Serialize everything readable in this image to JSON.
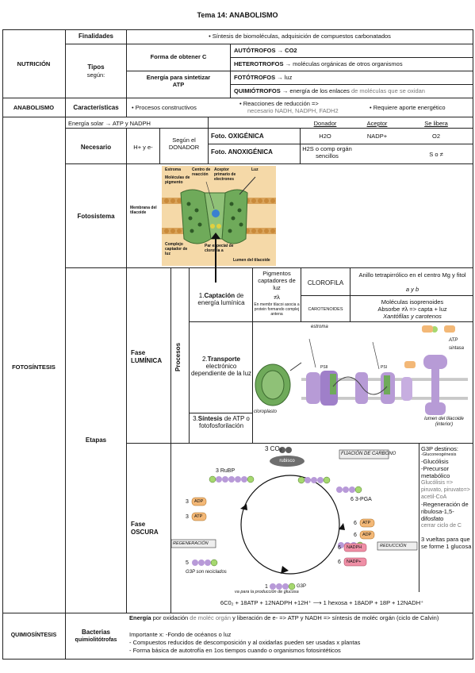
{
  "title": "Tema 14: ANABOLISMO",
  "nutricion": {
    "label": "NUTRICIÓN",
    "finalidades": "Finalidades",
    "finalidades_text": "•    Síntesis de biomoléculas, adquisición de compuestos carbonatados",
    "tipos": "Tipos",
    "segun": "según:",
    "forma_c": "Forma de obtener C",
    "energia_atp": "Energía para sintetizar ATP",
    "autotrofos": "AUTÓTROFOS → CO2",
    "heterotrofos_b": "HETEROTROFOS →",
    "heterotrofos_t": " moléculas orgánicas de otros organismos",
    "fototrofos_b": "FOTÓTROFOS →",
    "fototrofos_t": " luz",
    "quimiotrofos_b": "QUIMIÓTROFOS →",
    "quimiotrofos_t": " energía de los enlaces ",
    "quimiotrofos_g": "de moléculas que se oxidan"
  },
  "anabolismo": {
    "label": "ANABOLISMO",
    "caracteristicas": "Características",
    "c1": "•    Procesos constructivos",
    "c2": "•    Reacciones de reducción =>",
    "c2b": "necesario NADH, NADPH, FADH2",
    "c3": "•    Requiere aporte energético"
  },
  "fotosintesis": {
    "label": "FOTOSÍNTESIS",
    "energia_solar": "Energía solar → ATP y NADPH",
    "donador_h": "Donador",
    "aceptor_h": "Aceptor",
    "libera_h": "Se libera",
    "necesario": "Necesario",
    "h_e": "H+ y e-",
    "segun_donador": "Según el DONADOR",
    "oxigenica": "Foto. OXIGÉNICA",
    "anoxigenica": "Foto. ANOXIGÉNICA",
    "ox_don": "H2O",
    "ox_acep": "NADP+",
    "ox_lib": "O2",
    "anox_don": "H2S o comp orgán sencillos",
    "anox_lib": "S o ≠",
    "fotosistema": "Fotosistema",
    "fs_labels": {
      "estroma": "Estroma",
      "centro": "Centro de reacción",
      "aceptor": "Aceptor primario de electrones",
      "luz": "Luz",
      "moleculas": "Moléculas de pigmento",
      "membrana": "Membrana del tilacoide",
      "complejo": "Complejo captador de luz",
      "par": "Par especial de clorofila a",
      "lumen": "Lumen del tilacoide"
    },
    "etapas": "Etapas",
    "fase_luminica": "Fase LUMÍNICA",
    "procesos": "Procesos",
    "captacion_b": "Captación",
    "captacion_pre": "1.",
    "captacion_post": " de energía lumínica",
    "pigmentos": "Pigmentos captadores de luz",
    "neq_lambda": "≠λ",
    "en_membr": "En membr tilacoi asocia a protein formando complej antena",
    "clorofila": "CLOROFILA",
    "clorofila_desc": "Anillo tetrapirrólico en el centro Mg y fitol",
    "clorofila_ab": "a y b",
    "carotenoides": "CAROTENOIDES",
    "carot_desc1": "Moléculas isoprenoides",
    "carot_desc2": "Absorbe ≠λ => capta + luz",
    "carot_desc3": "Xantófilas y carotenos",
    "transporte_pre": "2.",
    "transporte_b": "Transporte",
    "transporte_post": " electrónico dependiente de la luz",
    "sintesis_pre": "3.",
    "sintesis_b": "Síntesis",
    "sintesis_post": " de ATP o fotofosforilación",
    "tr_labels": {
      "estroma": "estroma",
      "cloroplasto": "cloroplasto",
      "lumen": "lumen del tilacoide (interior)",
      "atp": "ATP",
      "sintasa": "sintasa",
      "ps2": "PSII",
      "ps1": "PSI"
    },
    "fase_oscura": "Fase OSCURA",
    "calvin": {
      "co2": "3 CO₂",
      "rubisco": "rubisco",
      "fijacion": "FIJACIÓN DE CARBONO",
      "rubp": "3 RuBP",
      "pga": "6 3-PGA",
      "atp3": "3",
      "adp3": "3",
      "atp6": "6",
      "adp6": "6",
      "nadph6": "6",
      "nadp6": "6",
      "regeneracion": "REGENERACIÓN",
      "reduccion": "REDUCCIÓN",
      "g3p5": "5",
      "g3p_recicl": "G3P son reciclados",
      "g3p1": "1",
      "g3p_label": "G3P",
      "g3p_uso": "va para la producción de glucosa",
      "atp_txt": "ATP",
      "adp_txt": "ADP",
      "nadph_txt": "NADPH",
      "nadp_txt": "NADP+"
    },
    "destinos": [
      {
        "t": "G3P destinos:",
        "g": false
      },
      {
        "t": "-Gluconeogénesis",
        "g": false,
        "s": true
      },
      {
        "t": "-Glucólisis",
        "g": false
      },
      {
        "t": "-Precursor metabólico",
        "g": false
      },
      {
        "t": "Glucólisis => piruvato, piruvato=> acetil-CoA",
        "g": true
      },
      {
        "t": "-Regeneración de ribulosa-1,5-difosfato",
        "g": false
      },
      {
        "t": "cerrar ciclo de C",
        "g": true
      },
      {
        "t": "3 vueltas para que se forme 1 glucosa",
        "g": false
      }
    ],
    "ecuacion": "6C0₂ + 18ATP + 12NADPH +12H⁺ ⟶ 1 hexosa + 18ADP + 18P + 12NADH⁺"
  },
  "quimiosintesis": {
    "label": "QUIMIOSÍNTESIS",
    "bacterias": "Bacterias",
    "quimiolitotrofas": "quimiolitótrofas",
    "l1_b": "Energía",
    "l1_a": " por oxidación ",
    "l1_g": "de moléc orgán",
    "l1_c": " y liberación de e- => ATP y NADH => síntesis de moléc orgán (ciclo de Calvin)",
    "l2": "Importante x:  -Fondo de océanos o luz",
    "l3": "- Compuestos reducidos de descomposición y al oxidarlas pueden ser usadas x plantas",
    "l4": "- Forma básica de autotrofía en 1os tiempos cuando o organismos fotosintéticos"
  },
  "colors": {
    "pigment_green": "#6faa5a",
    "membrane_orange": "#d9a35a",
    "atp_orange": "#f3b877",
    "phosphate_green": "#a6d86f",
    "carbon_purple": "#b89ad8",
    "nadph_pink": "#ef8fa6",
    "ps_violet": "#b79bd6"
  }
}
